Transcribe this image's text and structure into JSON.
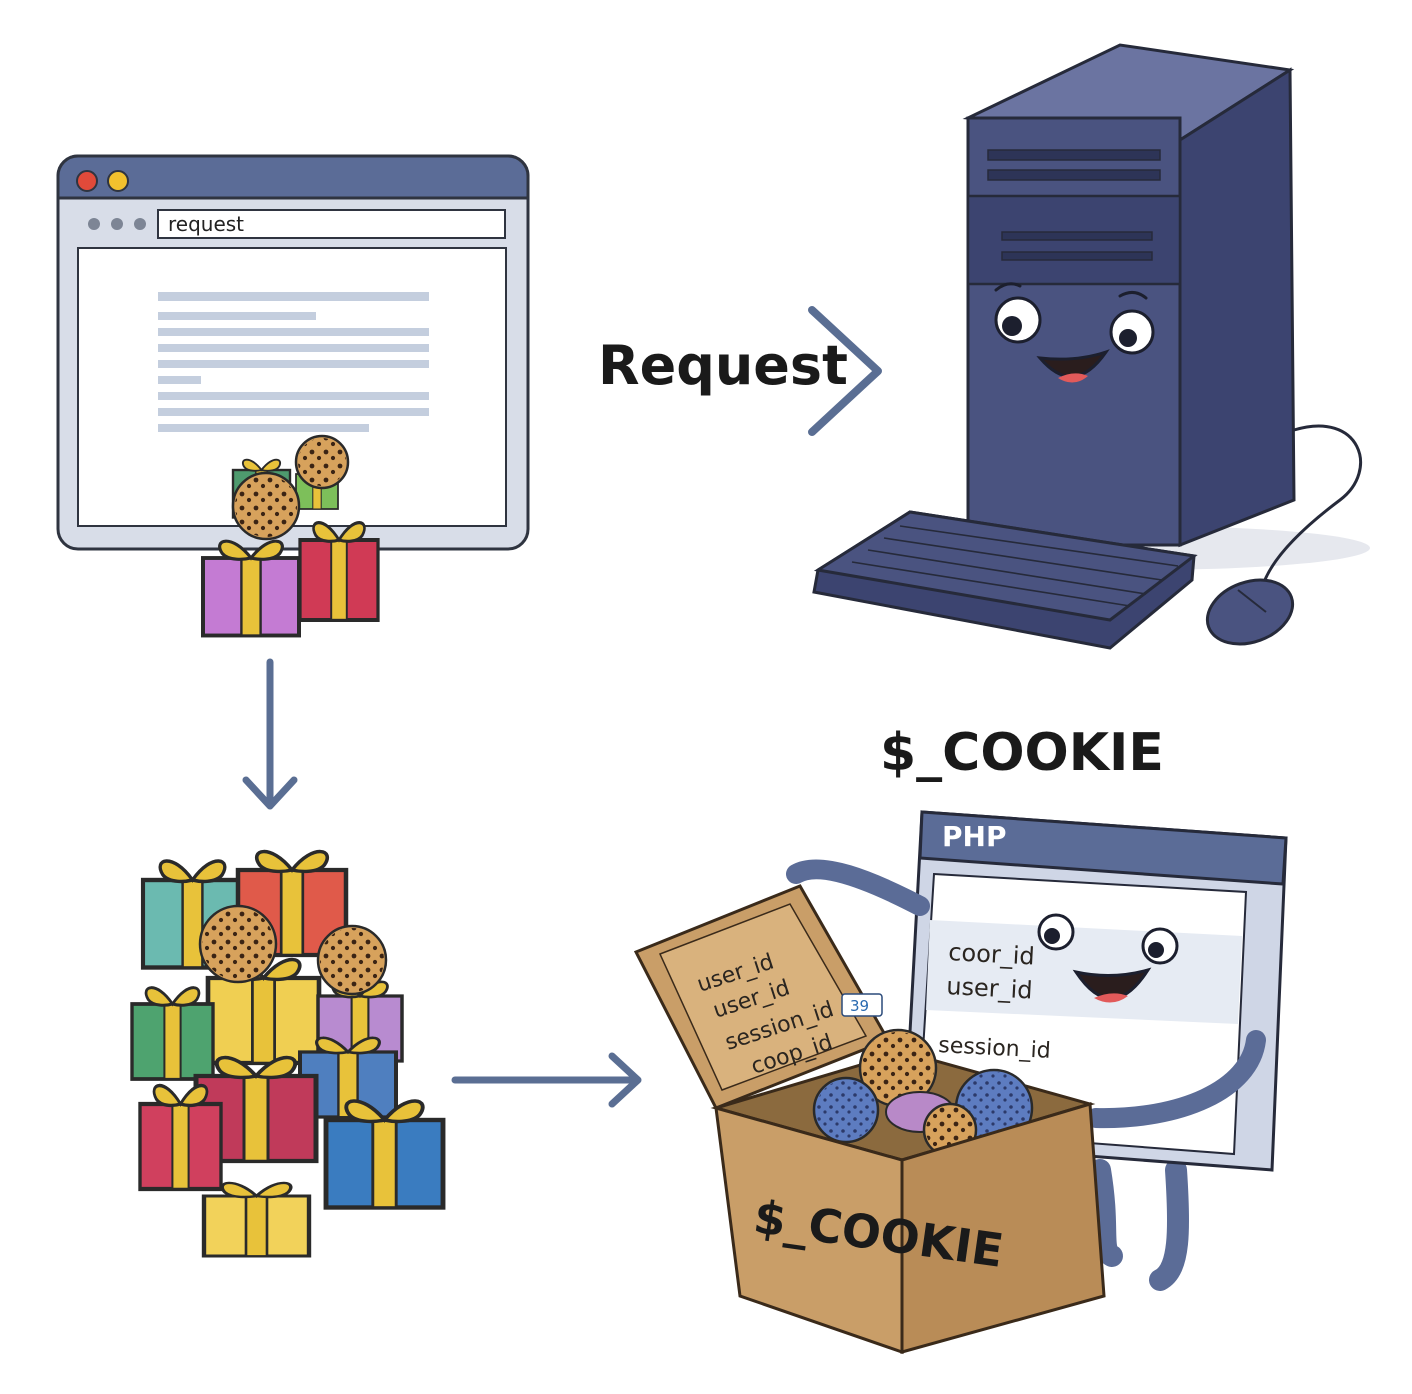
{
  "browser": {
    "address_text": "request"
  },
  "labels": {
    "request_label": "Request",
    "cookie_heading": "$_COOKIE"
  },
  "php_window": {
    "title": "PHP",
    "fields": [
      "coor_id",
      "user_id",
      "session_id"
    ]
  },
  "cookie_box": {
    "label": "$_COOKIE",
    "lid_items": [
      "user_id",
      "user_id",
      "session_id",
      "coop_id"
    ],
    "tag_text": "39"
  },
  "colors": {
    "accent": "#5a6e93",
    "server": "#4a5380",
    "box": "#c99e68",
    "window_frame": "#5b6c97"
  },
  "icons": [
    "browser-window",
    "server-tower",
    "keyboard",
    "mouse",
    "gift-pile",
    "cookie",
    "php-monitor",
    "cardboard-box"
  ]
}
